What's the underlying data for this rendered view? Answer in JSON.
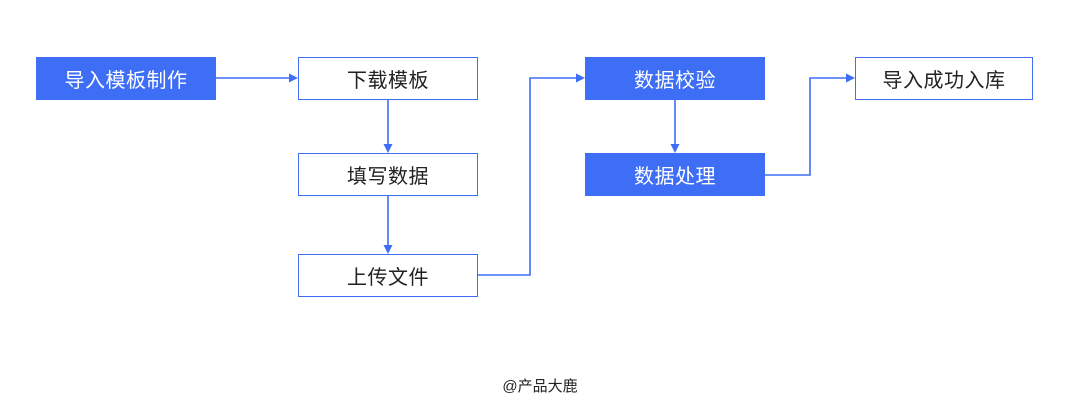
{
  "diagram": {
    "nodes": [
      {
        "label": "导入模板制作",
        "filled": true
      },
      {
        "label": "下载模板",
        "filled": false
      },
      {
        "label": "填写数据",
        "filled": false
      },
      {
        "label": "上传文件",
        "filled": false
      },
      {
        "label": "数据校验",
        "filled": true
      },
      {
        "label": "数据处理",
        "filled": true
      },
      {
        "label": "导入成功入库",
        "filled": false
      }
    ],
    "edges": [
      {
        "from": 0,
        "to": 1
      },
      {
        "from": 1,
        "to": 2
      },
      {
        "from": 2,
        "to": 3
      },
      {
        "from": 3,
        "to": 4
      },
      {
        "from": 4,
        "to": 5
      },
      {
        "from": 5,
        "to": 6
      }
    ]
  },
  "footer": {
    "credit": "@产品大鹿"
  },
  "colors": {
    "accent": "#3d6ef5",
    "text": "#222222",
    "filled_text": "#ffffff",
    "background": "#ffffff"
  }
}
